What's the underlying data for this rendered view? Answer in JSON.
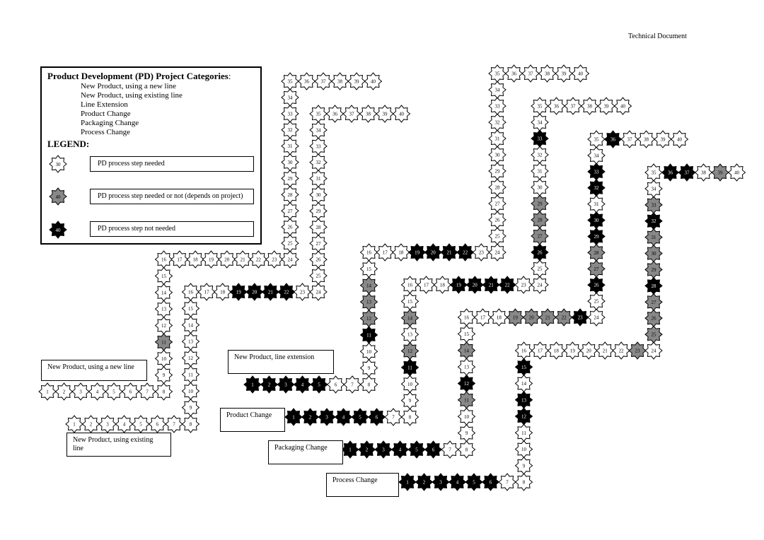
{
  "header": {
    "doc_label": "Technical Document"
  },
  "legend": {
    "title": "Product Development (PD) Project Categories",
    "colon": ":",
    "categories": [
      "New Product, using a new line",
      "New Product, using existing line",
      "Line Extension",
      "Product Change",
      "Packaging Change",
      "Process Change"
    ],
    "legend_heading": "LEGEND:",
    "items": [
      {
        "label": "PD process step needed",
        "star_number": "30",
        "fill": "#ffffff",
        "text_color": "#000000"
      },
      {
        "label": "PD process step needed or not (depends on project)",
        "star_number": "40",
        "fill": "#888888",
        "text_color": "#000000"
      },
      {
        "label": "PD process step not needed",
        "star_number": "40",
        "fill": "#000000",
        "text_color": "#ffffff"
      }
    ]
  },
  "paths": [
    {
      "label": "New Product, using a new line",
      "dark": [],
      "gray": [
        11
      ]
    },
    {
      "label": "New Product, using existing line",
      "dark": [
        19,
        20,
        21,
        22
      ],
      "gray": []
    },
    {
      "label": "New Product, line extension",
      "dark": [
        1,
        2,
        3,
        4,
        5,
        11,
        19,
        20,
        21,
        22
      ],
      "gray": [
        12,
        13,
        14
      ]
    },
    {
      "label": "Product Change",
      "dark": [
        1,
        2,
        3,
        4,
        5,
        6,
        11,
        19,
        20,
        21,
        22,
        26,
        33
      ],
      "gray": [
        12,
        14,
        27,
        28,
        29
      ]
    },
    {
      "label": "Packaging Change",
      "dark": [
        1,
        2,
        3,
        4,
        5,
        6,
        12,
        23,
        26,
        29,
        30,
        32,
        33,
        36
      ],
      "gray": [
        11,
        14,
        19,
        20,
        21,
        22,
        27,
        28
      ]
    },
    {
      "label": "Process Change",
      "dark": [
        1,
        2,
        3,
        4,
        5,
        6,
        12,
        13,
        15,
        28,
        32,
        36,
        37
      ],
      "gray": [
        23,
        25,
        26,
        27,
        29,
        30,
        31,
        33,
        39
      ]
    }
  ],
  "colors": {
    "needed": "#ffffff",
    "optional": "#888888",
    "not_needed": "#000000",
    "outline": "#000000"
  }
}
